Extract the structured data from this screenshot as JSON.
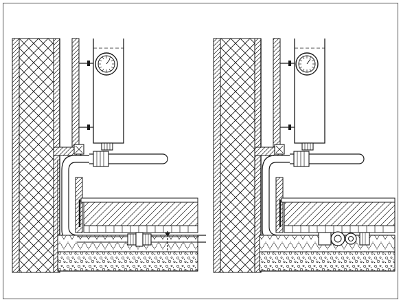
{
  "figure": {
    "panels": [
      {
        "id": "left",
        "variant": "pipe-with-inline-fittings"
      },
      {
        "id": "right",
        "variant": "pipe-with-round-fittings"
      }
    ],
    "colors": {
      "line": "#1a1a1a",
      "background": "#ffffff",
      "frame": "#555555"
    }
  }
}
